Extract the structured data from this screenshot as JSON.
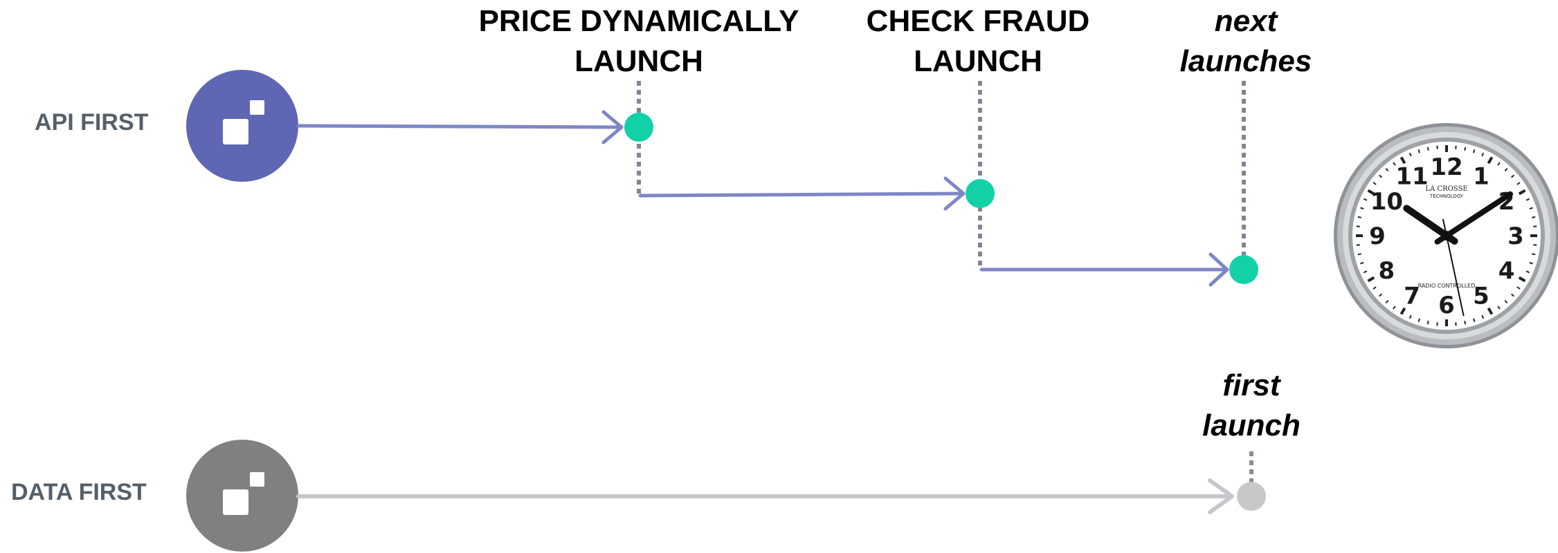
{
  "rows": {
    "api_first": {
      "label": "API FIRST",
      "color": "#5f66b3"
    },
    "data_first": {
      "label": "DATA FIRST",
      "color": "#808080"
    }
  },
  "milestones": {
    "price_dynamically": {
      "line1": "PRICE DYNAMICALLY",
      "line2": "LAUNCH"
    },
    "check_fraud": {
      "line1": "CHECK FRAUD",
      "line2": "LAUNCH"
    },
    "next_launches": {
      "line1": "next",
      "line2": "launches"
    },
    "first_launch": {
      "line1": "first",
      "line2": "launch"
    }
  },
  "colors": {
    "api_arrow": "#7f86c6",
    "data_arrow": "#c4c8cb",
    "milestone_dot": "#12d1a7",
    "data_dot": "#c8c8c8",
    "dotted_line": "#7d8893",
    "dotted_line_gray": "#8a8f94"
  },
  "clock": {
    "brand": "LA CROSSE",
    "brand_sub": "TECHNOLOGY",
    "caption": "RADIO CONTROLLED",
    "numerals": [
      "12",
      "1",
      "2",
      "3",
      "4",
      "5",
      "6",
      "7",
      "8",
      "9",
      "10",
      "11"
    ],
    "time": {
      "hour": 10,
      "minute": 9,
      "second": 28
    }
  }
}
